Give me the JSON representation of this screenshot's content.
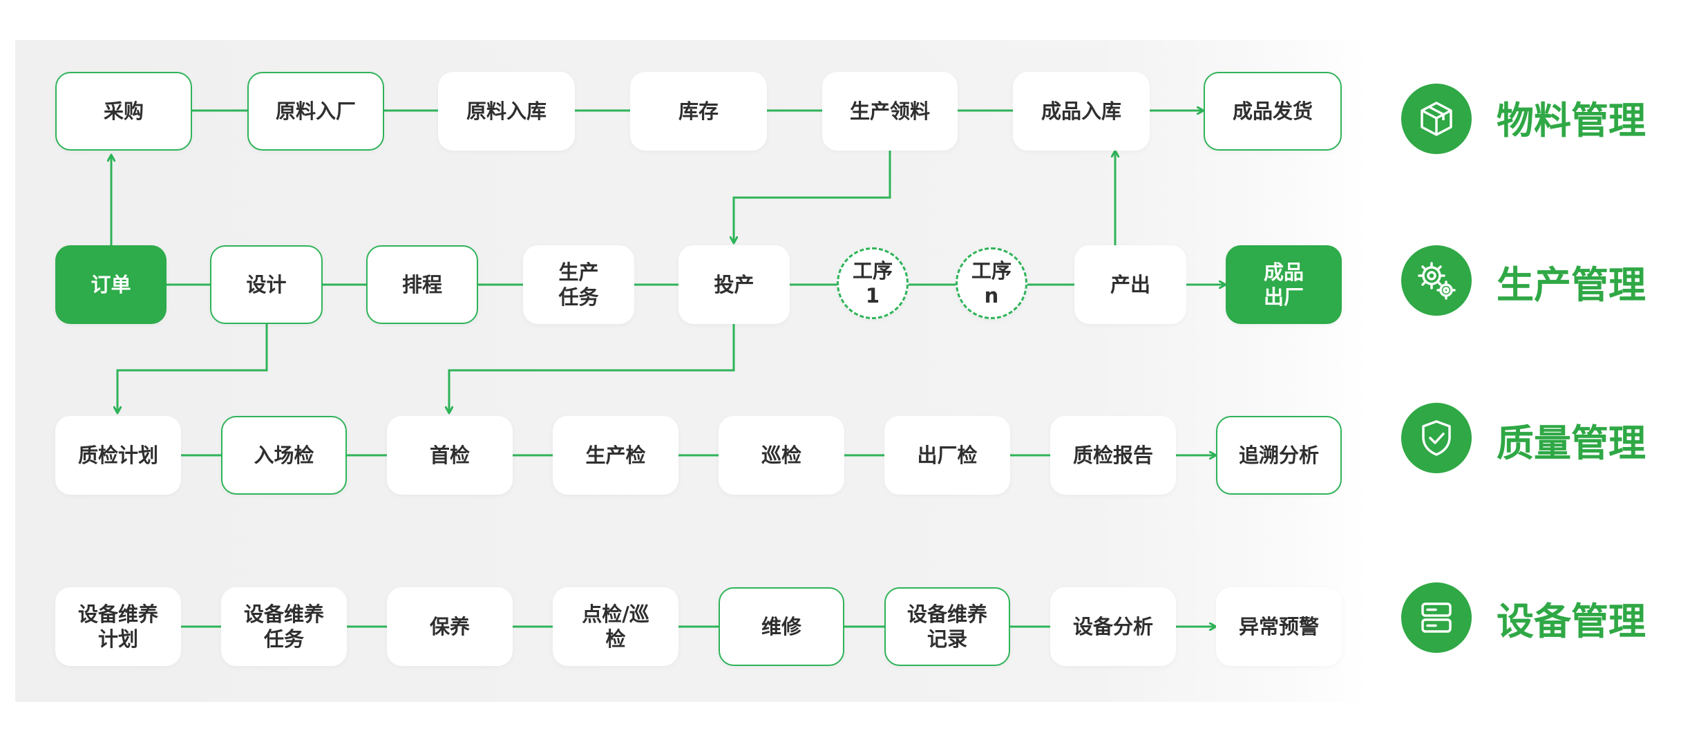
{
  "colors": {
    "accent": "#2eb358",
    "filled_node": "#2eab4a",
    "legend": "#2fa845",
    "panel": "#f0f0f0"
  },
  "rows": {
    "material": [
      "采购",
      "原料入厂",
      "原料入库",
      "库存",
      "生产领料",
      "成品入库",
      "成品发货"
    ],
    "production": [
      "订单",
      "设计",
      "排程",
      "生产\n任务",
      "投产",
      "工序\n1",
      "工序\nn",
      "产出",
      "成品\n出厂"
    ],
    "quality": [
      "质检计划",
      "入场检",
      "首检",
      "生产检",
      "巡检",
      "出厂检",
      "质检报告",
      "追溯分析"
    ],
    "equipment": [
      "设备维养\n计划",
      "设备维养\n任务",
      "保养",
      "点检/巡\n检",
      "维修",
      "设备维养\n记录",
      "设备分析",
      "异常预警"
    ]
  },
  "legend": [
    {
      "label": "物料管理",
      "icon": "box-icon"
    },
    {
      "label": "生产管理",
      "icon": "gears-icon"
    },
    {
      "label": "质量管理",
      "icon": "shield-check-icon"
    },
    {
      "label": "设备管理",
      "icon": "server-icon"
    }
  ]
}
